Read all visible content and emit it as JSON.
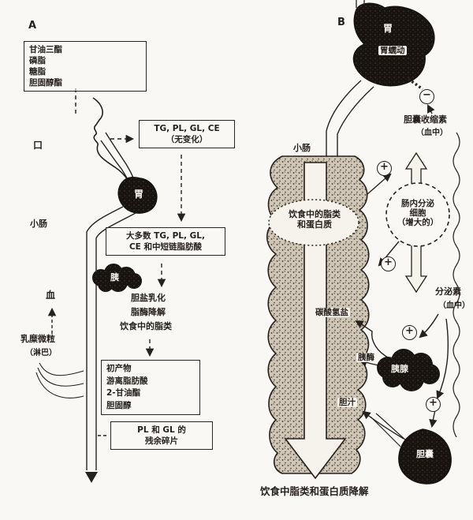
{
  "colors": {
    "ink": "#26211c",
    "background": "#faf8f4"
  },
  "panelA": {
    "label": "A",
    "diet_box": {
      "line1": "甘油三酯",
      "line2": "磷脂",
      "line3": "糖脂",
      "line4": "胆固醇酯"
    },
    "mouth_label": "口",
    "unchanged_box": {
      "line1": "TG, PL, GL, CE",
      "line2": "（无变化）"
    },
    "stomach_label": "胃",
    "small_intestine_label": "小肠",
    "most_box": {
      "line1": "大多数 TG, PL, GL,",
      "line2": "CE 和中短链脂肪酸"
    },
    "pancreas_label": "胰",
    "emulsify": {
      "line1": "胆盐乳化",
      "line2": "脂酶降解",
      "line3": "饮食中的脂类"
    },
    "blood_label": "血",
    "chylomicron": {
      "line1": "乳糜微粒",
      "line2": "（淋巴）"
    },
    "products_box": {
      "line1": "初产物",
      "line2": "游离脂肪酸",
      "line3": "2-甘油酯",
      "line4": "胆固醇"
    },
    "fragments_box": {
      "line1": "PL 和 GL 的",
      "line2": "残余碎片"
    }
  },
  "panelB": {
    "label": "B",
    "stomach_label": "胃",
    "peristalsis_label": "胃蠕动",
    "minus_sign": "−",
    "plus_sign": "+",
    "cck": {
      "line1": "胆囊收缩素",
      "line2": "（血中）"
    },
    "small_intestine_label": "小肠",
    "diet_ellipse": {
      "line1": "饮食中的脂类",
      "line2": "和蛋白质"
    },
    "endocrine_cell": {
      "line1": "肠内分泌",
      "line2": "细胞",
      "line3": "（增大的）"
    },
    "secretin": {
      "line1": "分泌素",
      "line2": "（血中）"
    },
    "bicarbonate_label": "碳酸氢盐",
    "enzyme_label": "胰酶",
    "pancreas_label": "胰腺",
    "bile_label": "胆汁",
    "gallbladder_label": "胆囊",
    "bottom_caption": "饮食中脂类和蛋白质降解"
  }
}
